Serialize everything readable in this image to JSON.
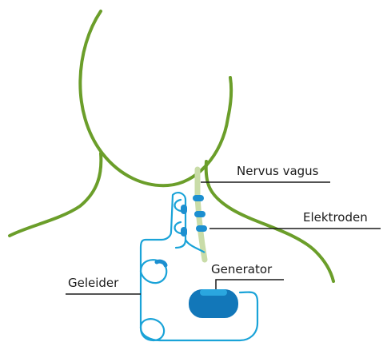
{
  "labels": {
    "nervus_vagus": "Nervus vagus",
    "elektroden": "Elektroden",
    "generator": "Generator",
    "geleider": "Geleider"
  },
  "colors": {
    "body_outline": "#6b9e2a",
    "nerve": "#c9dca8",
    "lead_wire": "#1aa3d8",
    "electrode": "#1c8fd0",
    "generator_body": "#1277b9",
    "generator_top": "#2aa6df",
    "label_line": "#1a1a1a",
    "text": "#1a1a1a"
  }
}
